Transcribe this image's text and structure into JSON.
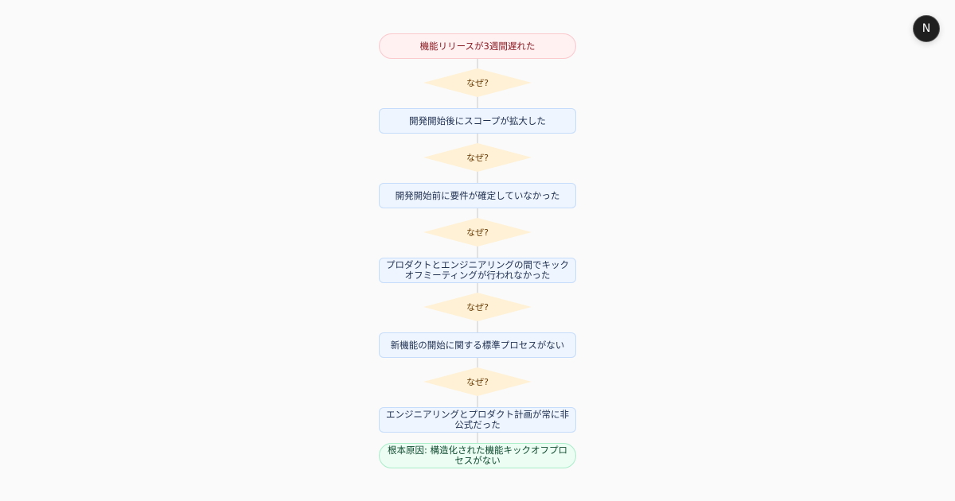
{
  "avatar_letter": "N",
  "colors": {
    "problem": "#fff0f1",
    "step": "#eef5ff",
    "question": "#fff1d6",
    "root": "#ecfdf4"
  },
  "problem": "機能リリースが3週間遅れた",
  "question": "なぜ?",
  "steps": [
    "開発開始後にスコープが拡大した",
    "開発開始前に要件が確定していなかった",
    "プロダクトとエンジニアリングの間でキックオフミーティングが行われなかった",
    "新機能の開始に関する標準プロセスがない",
    "エンジニアリングとプロダクト計画が常に非公式だった"
  ],
  "root_cause": "根本原因: 構造化された機能キックオフプロセスがない"
}
